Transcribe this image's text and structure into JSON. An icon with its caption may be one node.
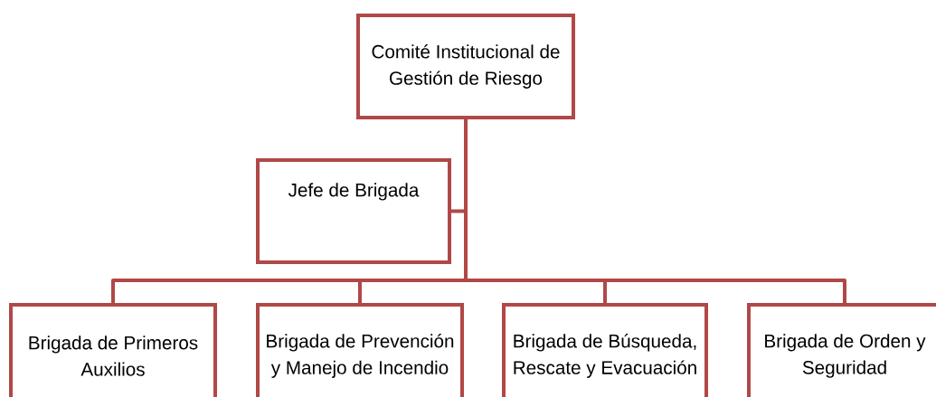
{
  "diagram": {
    "nodes": [
      {
        "text": [
          "Comité Institucional de Gestión de Riesgo"
        ]
      },
      {
        "text": [
          "Jefe de Brigada"
        ]
      },
      {
        "text": [
          "Brigada de Primeros Auxilios"
        ]
      },
      {
        "text": [
          "Brigada de Prevención y Manejo de Incendio"
        ]
      },
      {
        "text": [
          "Brigada de Búsqueda, Rescate y Evacuación"
        ]
      },
      {
        "text": [
          "Brigada de Orden y Seguridad"
        ]
      }
    ],
    "edges": [
      {
        "from": 0,
        "to": 1,
        "arrow": "none"
      },
      {
        "from": 0,
        "to": 2,
        "arrow": "none"
      },
      {
        "from": 0,
        "to": 3,
        "arrow": "none"
      },
      {
        "from": 0,
        "to": 4,
        "arrow": "none"
      },
      {
        "from": 0,
        "to": 5,
        "arrow": "none"
      }
    ]
  }
}
